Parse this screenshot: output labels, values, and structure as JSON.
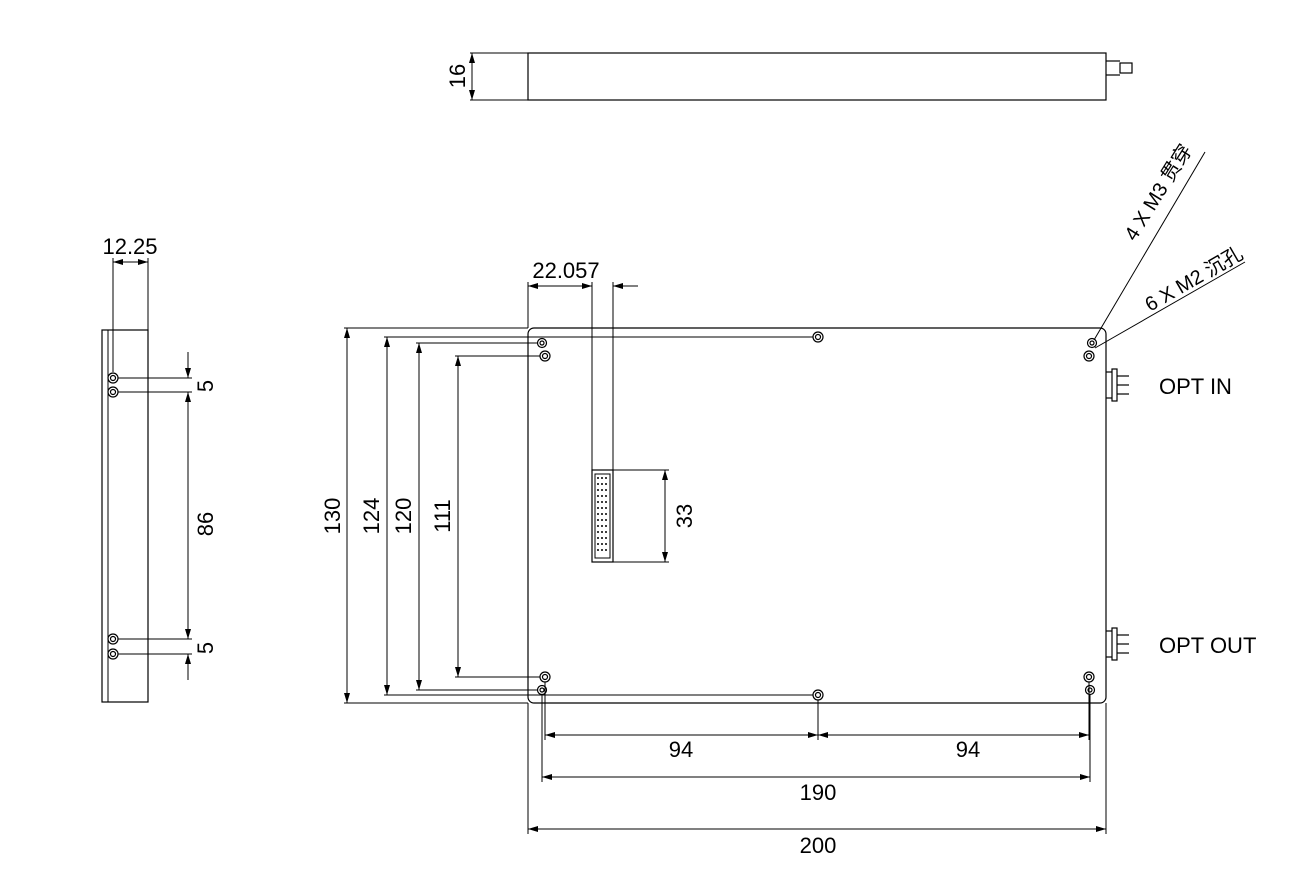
{
  "drawing": {
    "dims": {
      "top_height": "16",
      "side_width": "12.25",
      "side_top_gap": "5",
      "side_middle": "86",
      "side_bottom_gap": "5",
      "overall_height": "130",
      "hole_height_124": "124",
      "hole_height_120": "120",
      "hole_height_111": "111",
      "connector_offset": "22.057",
      "connector_height": "33",
      "pitch_left": "94",
      "pitch_right": "94",
      "hole_span": "190",
      "overall_width": "200"
    },
    "notes": {
      "m3": "4 X M3 贯穿",
      "m2": "6 X M2 沉孔"
    },
    "ports": {
      "in": "OPT IN",
      "out": "OPT OUT"
    }
  }
}
